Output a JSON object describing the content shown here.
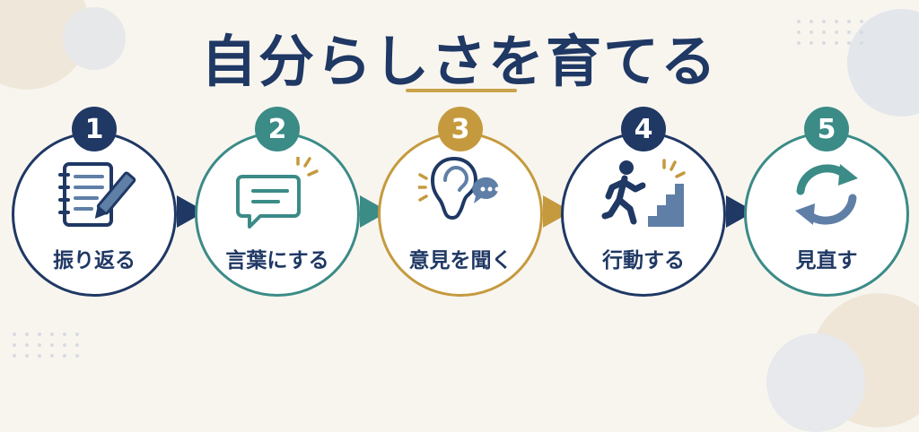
{
  "title": "自分らしさを育てる",
  "colors": {
    "navy": "#1f3864",
    "teal": "#3b8b87",
    "gold": "#c59a3e",
    "slate": "#5f7fa7"
  },
  "steps": [
    {
      "number": "1",
      "label": "振り返る",
      "icon": "notebook-pen-icon",
      "color": "#1f3864"
    },
    {
      "number": "2",
      "label": "言葉にする",
      "icon": "speech-bubble-icon",
      "color": "#3b8b87"
    },
    {
      "number": "3",
      "label": "意見を聞く",
      "icon": "ear-listening-icon",
      "color": "#c59a3e"
    },
    {
      "number": "4",
      "label": "行動する",
      "icon": "person-climbing-stairs-icon",
      "color": "#1f3864"
    },
    {
      "number": "5",
      "label": "見直す",
      "icon": "refresh-cycle-icon",
      "color": "#3b8b87"
    }
  ]
}
